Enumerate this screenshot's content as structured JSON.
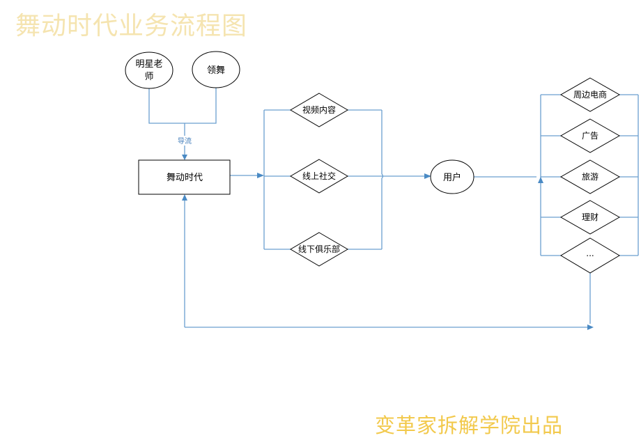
{
  "title": "舞动时代业务流程图",
  "footer": "变革家拆解学院出品",
  "sources": [
    "明星老",
    "师",
    "领舞"
  ],
  "edge_label": "导流",
  "platform": "舞动时代",
  "channels": [
    "视频内容",
    "线上社交",
    "线下俱乐部"
  ],
  "user": "用户",
  "revenue": [
    "周边电商",
    "广告",
    "旅游",
    "理财",
    "..."
  ],
  "colors": {
    "line": "#6a9fcf",
    "arrow": "#4a8ac4",
    "title": "#f5e4b0",
    "footer": "#f2c94c"
  }
}
